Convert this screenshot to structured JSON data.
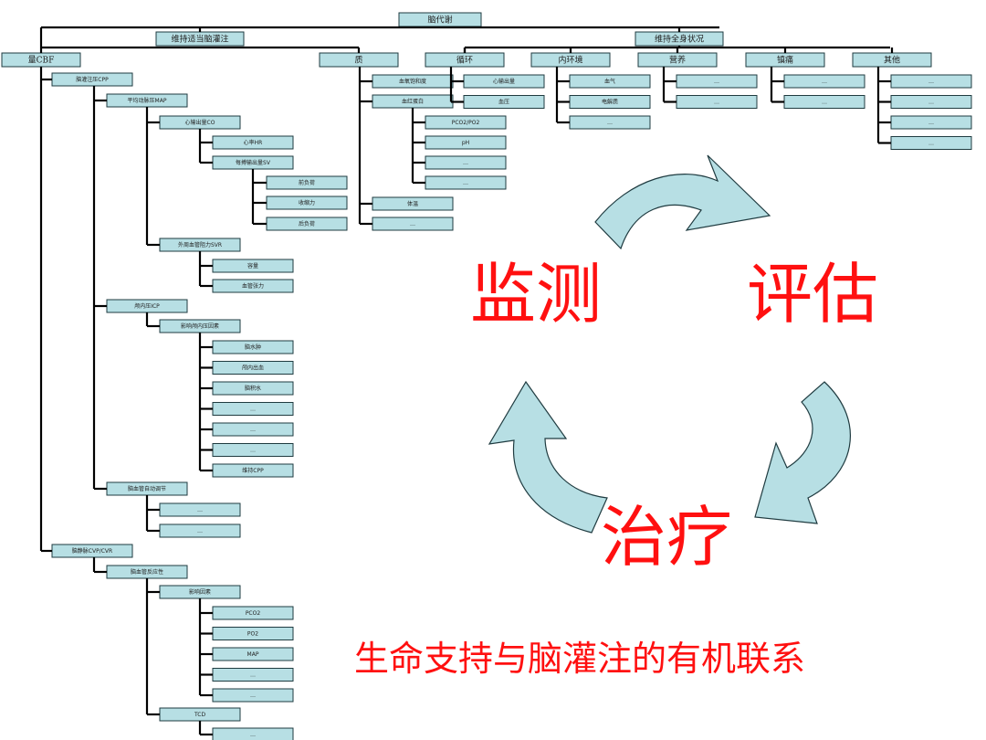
{
  "tree": {
    "root": "脑代谢",
    "level1": [
      "维持适当脑灌注",
      "维持全身状况"
    ],
    "cbf": "量CBF",
    "quality": "质",
    "system": [
      "循环",
      "内环境",
      "营养",
      "镇痛",
      "其他"
    ],
    "cbf_children": [
      "脑灌注压CPP",
      "脑静脉CVP/CVR"
    ],
    "map_branch": "平均动脉压MAP",
    "co": "心输出量CO",
    "co_children": [
      "心率HR",
      "每搏输出量SV"
    ],
    "sv_children": [
      "前负荷",
      "收缩力",
      "后负荷"
    ],
    "svr": "外周血管阻力SVR",
    "svr_children": [
      "容量",
      "血管张力"
    ],
    "icp": "颅内压ICP",
    "icp_group": "影响颅内压因素",
    "icp_children": [
      "脑水肿",
      "颅内出血",
      "脑积水",
      "…",
      "…",
      "…",
      "维持CPP"
    ],
    "autoreg": "脑血管自动调节",
    "autoreg_children": [
      "…",
      "…"
    ],
    "cvr_group": "脑血管反应性",
    "cvr_sub1": "影响因素",
    "cvr_sub1_children": [
      "PCO2",
      "PO2",
      "MAP",
      "…",
      "…"
    ],
    "cvr_sub2": "TCD",
    "cvr_sub2_children": [
      "…"
    ],
    "quality_children": [
      "血氧饱和度",
      "血红蛋白",
      "体温",
      "…"
    ],
    "hb_children": [
      "PCO2/PO2",
      "pH",
      "…",
      "…"
    ],
    "circ_children": [
      "心输出量",
      "血压"
    ],
    "env_children": [
      "血气",
      "电解质",
      "…"
    ],
    "nutr_children": [
      "…",
      "…"
    ],
    "pain_children": [
      "…",
      "…"
    ],
    "other_children": [
      "…",
      "…",
      "…",
      "…"
    ]
  },
  "cycle": {
    "words": [
      "监测",
      "评估",
      "治疗"
    ],
    "arrow_color": "#b7dfe4"
  },
  "subtitle": "生命支持与脑灌注的有机联系",
  "colors": {
    "node_fill": "#b7dfe4",
    "accent_red": "#ff1010"
  }
}
